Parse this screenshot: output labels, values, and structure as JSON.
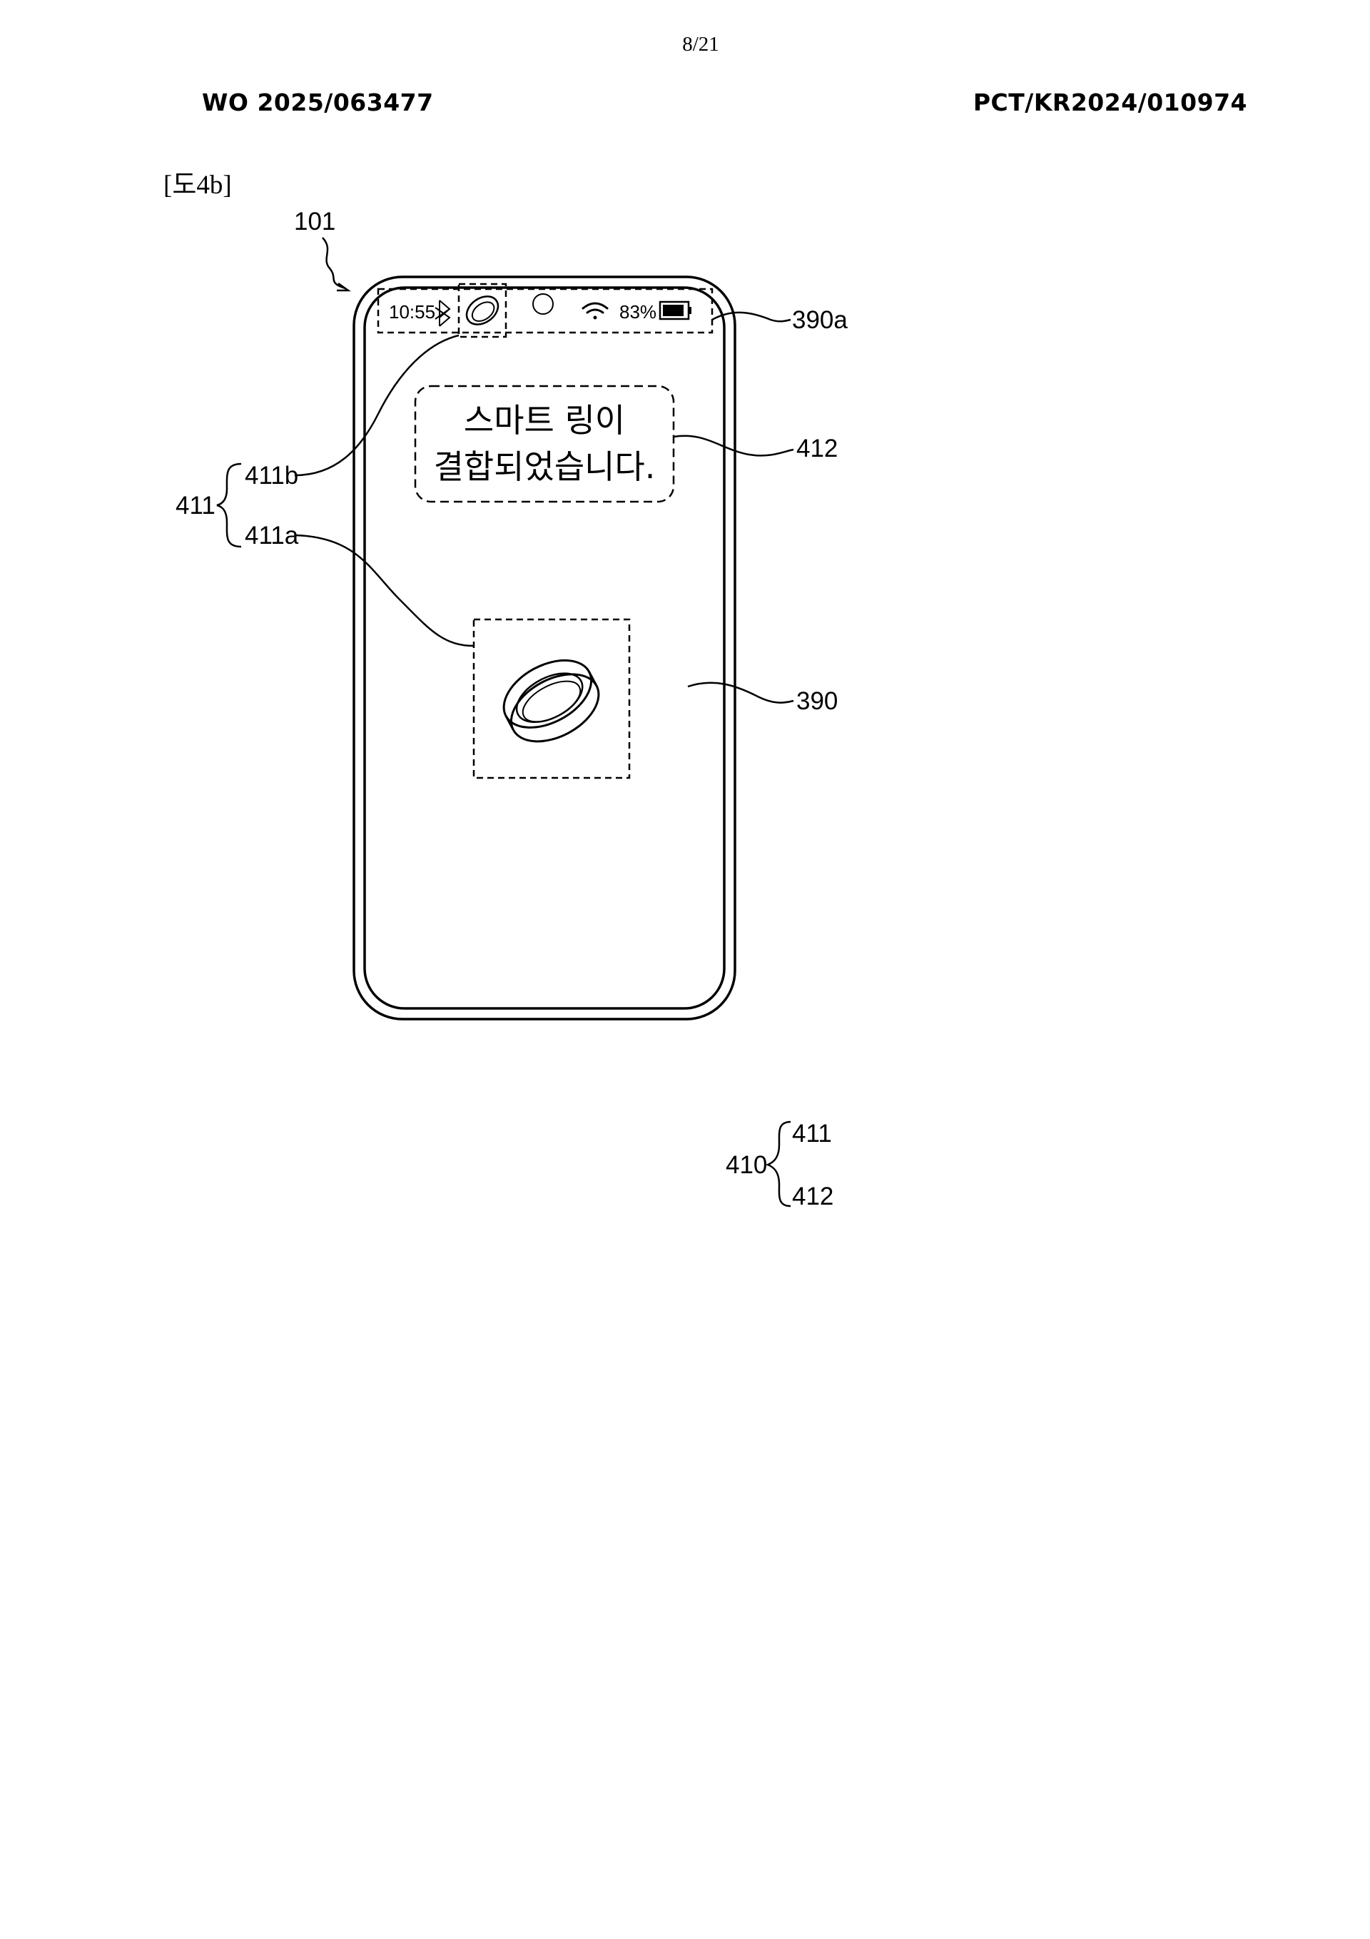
{
  "page": {
    "number": "8/21",
    "publication_number": "WO 2025/063477",
    "application_number": "PCT/KR2024/010974",
    "figure_label": "[도4b]"
  },
  "status_bar": {
    "time": "10:55",
    "battery": "83%",
    "icons": [
      "bluetooth-icon",
      "ring-icon",
      "camera-hole-icon",
      "wifi-icon",
      "battery-icon"
    ]
  },
  "notification": {
    "line1": "스마트 링이",
    "line2": "결합되었습니다."
  },
  "references": {
    "device": "101",
    "status_bar": "390a",
    "notification": "412",
    "ring_status_icon": "411b",
    "ring_image": "411a",
    "ui_group": "411",
    "display": "390"
  },
  "legend": {
    "group": "410",
    "members": [
      "411",
      "412"
    ]
  }
}
